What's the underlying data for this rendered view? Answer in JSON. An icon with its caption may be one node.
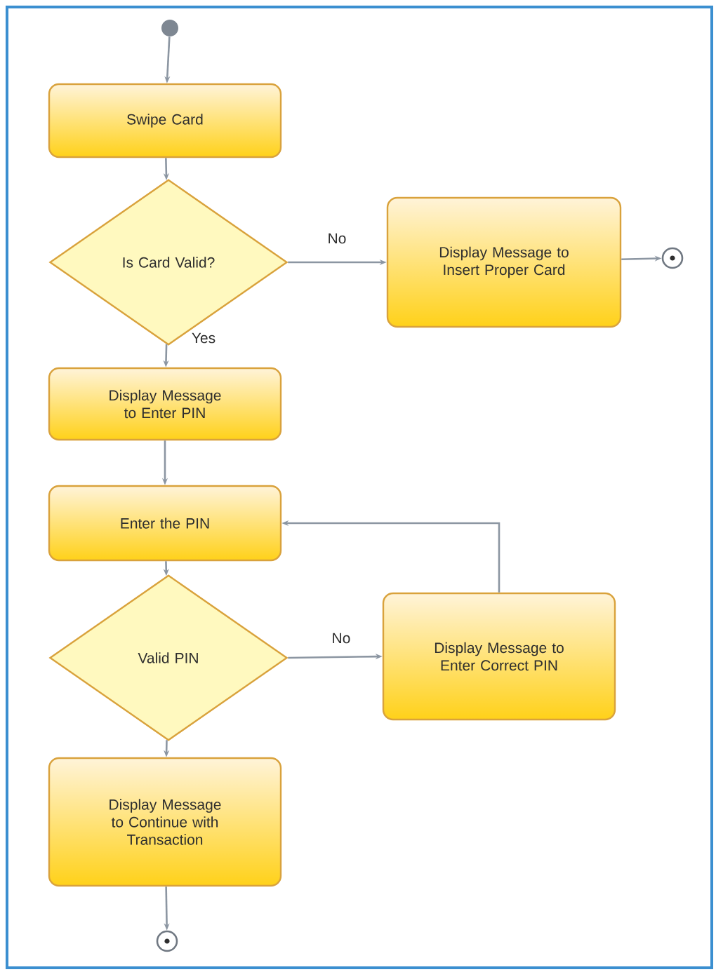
{
  "diagram": {
    "nodes": [
      {
        "text": [],
        "shape": "dot"
      },
      {
        "text": [
          "Swipe Card"
        ]
      },
      {
        "text": [
          "Is Card Valid?"
        ]
      },
      {
        "text": [
          "Display Message to Insert Proper Card"
        ]
      },
      {
        "text": [],
        "shape": "circle"
      },
      {
        "text": [
          "Display Message to Enter PIN"
        ]
      },
      {
        "text": [
          "Enter the PIN"
        ]
      },
      {
        "text": [
          "Valid PIN"
        ]
      },
      {
        "text": [
          "Display Message to Enter Correct PIN"
        ]
      },
      {
        "text": [
          "Display Message to Continue with Transaction"
        ]
      },
      {
        "text": [],
        "shape": "circle"
      }
    ],
    "edges": [
      {
        "from": 0,
        "to": 1,
        "arrow": "to"
      },
      {
        "from": 1,
        "to": 2,
        "arrow": "to"
      },
      {
        "from": 2,
        "to": 3,
        "arrow": "to",
        "label": "No"
      },
      {
        "from": 3,
        "to": 4,
        "arrow": "to"
      },
      {
        "from": 2,
        "to": 5,
        "arrow": "to",
        "label": "Yes"
      },
      {
        "from": 5,
        "to": 6,
        "arrow": "to"
      },
      {
        "from": 6,
        "to": 7,
        "arrow": "to"
      },
      {
        "from": 7,
        "to": 8,
        "arrow": "to",
        "label": "No"
      },
      {
        "from": 8,
        "to": 6,
        "arrow": "to"
      },
      {
        "from": 7,
        "to": 9,
        "arrow": "to"
      },
      {
        "from": 9,
        "to": 10,
        "arrow": "to"
      }
    ]
  }
}
